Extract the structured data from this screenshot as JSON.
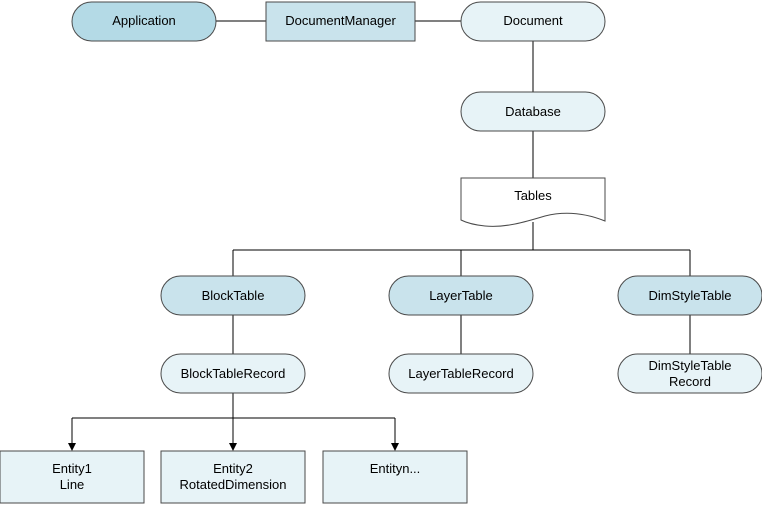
{
  "diagram": {
    "colors": {
      "root_fill": "#b4dae6",
      "node_fill": "#c9e3ec",
      "light_fill": "#e7f3f7",
      "stroke": "#4a4a4a",
      "line": "#000000"
    },
    "nodes": {
      "application": {
        "label": "Application"
      },
      "document_manager": {
        "label": "DocumentManager"
      },
      "document": {
        "label": "Document"
      },
      "database": {
        "label": "Database"
      },
      "tables": {
        "label": "Tables"
      },
      "block_table": {
        "label": "BlockTable"
      },
      "layer_table": {
        "label": "LayerTable"
      },
      "dimstyle_table": {
        "label": "DimStyleTable"
      },
      "block_table_record": {
        "label": "BlockTableRecord"
      },
      "layer_table_record": {
        "label": "LayerTableRecord"
      },
      "dimstyle_table_record": {
        "line1": "DimStyleTable",
        "line2": "Record"
      },
      "entity1": {
        "line1": "Entity1",
        "line2": "Line"
      },
      "entity2": {
        "line1": "Entity2",
        "line2": "RotatedDimension"
      },
      "entityn": {
        "label": "Entityn..."
      }
    }
  }
}
